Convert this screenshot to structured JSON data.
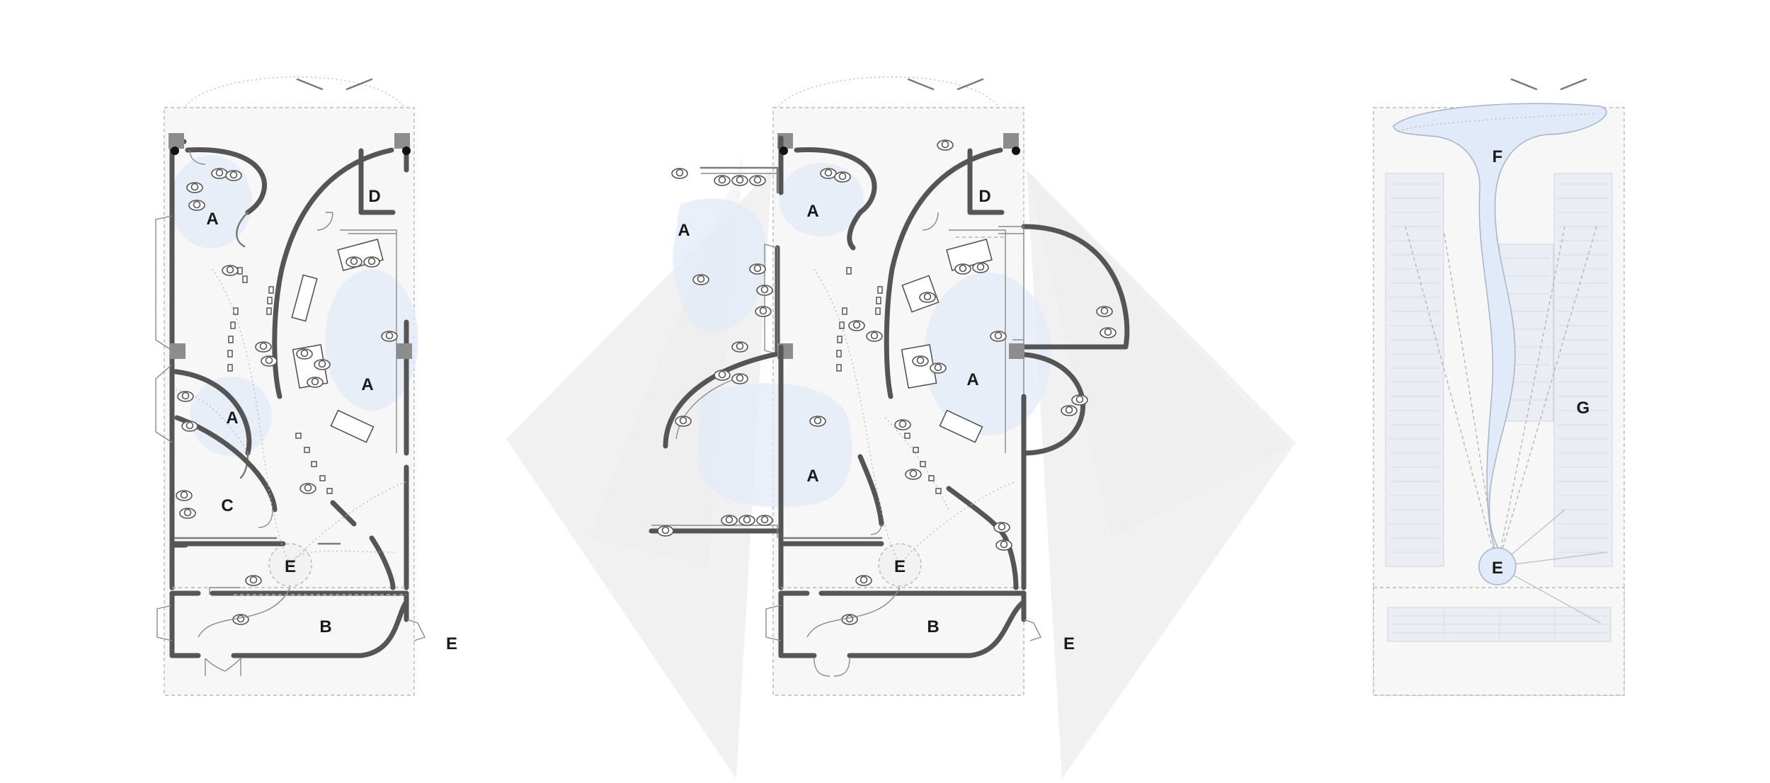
{
  "diagram": {
    "plans": [
      {
        "id": "plan-1",
        "labels": [
          "A",
          "A",
          "A",
          "C",
          "D",
          "E",
          "B",
          "E"
        ]
      },
      {
        "id": "plan-2",
        "labels": [
          "A",
          "A",
          "A",
          "D",
          "E",
          "B",
          "E"
        ]
      },
      {
        "id": "plan-3",
        "labels": [
          "F",
          "G",
          "E"
        ]
      }
    ]
  }
}
